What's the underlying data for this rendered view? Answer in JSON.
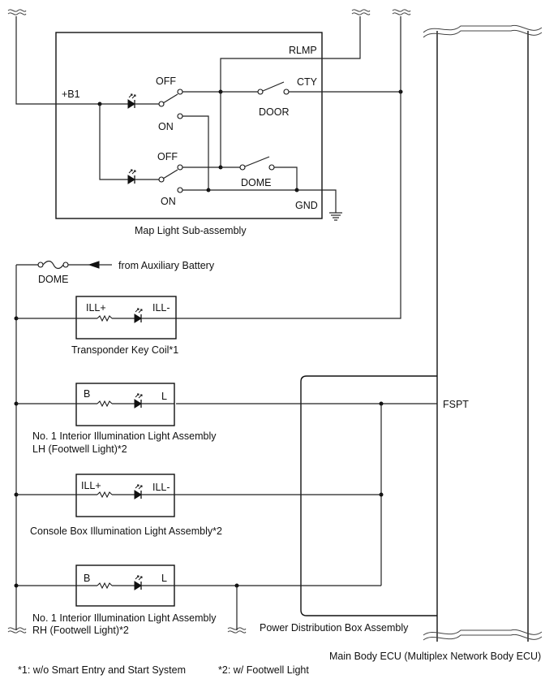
{
  "map_light": {
    "b1": "+B1",
    "rlmp": "RLMP",
    "cty": "CTY",
    "door": "DOOR",
    "off1": "OFF",
    "on1": "ON",
    "off2": "OFF",
    "on2": "ON",
    "dome_switch": "DOME",
    "gnd": "GND",
    "caption": "Map Light Sub-assembly"
  },
  "fuse": {
    "name": "DOME",
    "source": "from Auxiliary Battery"
  },
  "transponder": {
    "left": "ILL+",
    "right": "ILL-",
    "caption": "Transponder Key Coil*1"
  },
  "interior_lh": {
    "left": "B",
    "right": "L",
    "caption_line1": "No. 1 Interior Illumination Light Assembly",
    "caption_line2": "LH (Footwell Light)*2"
  },
  "console": {
    "left": "ILL+",
    "right": "ILL-",
    "caption": "Console Box Illumination Light Assembly*2"
  },
  "interior_rh": {
    "left": "B",
    "right": "L",
    "caption_line1": "No. 1 Interior Illumination Light Assembly",
    "caption_line2": "RH (Footwell Light)*2"
  },
  "fspt": "FSPT",
  "pdb_caption": "Power Distribution Box Assembly",
  "ecu_caption": "Main Body ECU (Multiplex Network Body ECU)",
  "footnotes": {
    "note1": "*1: w/o Smart Entry and Start System",
    "note2": "*2: w/ Footwell Light"
  }
}
